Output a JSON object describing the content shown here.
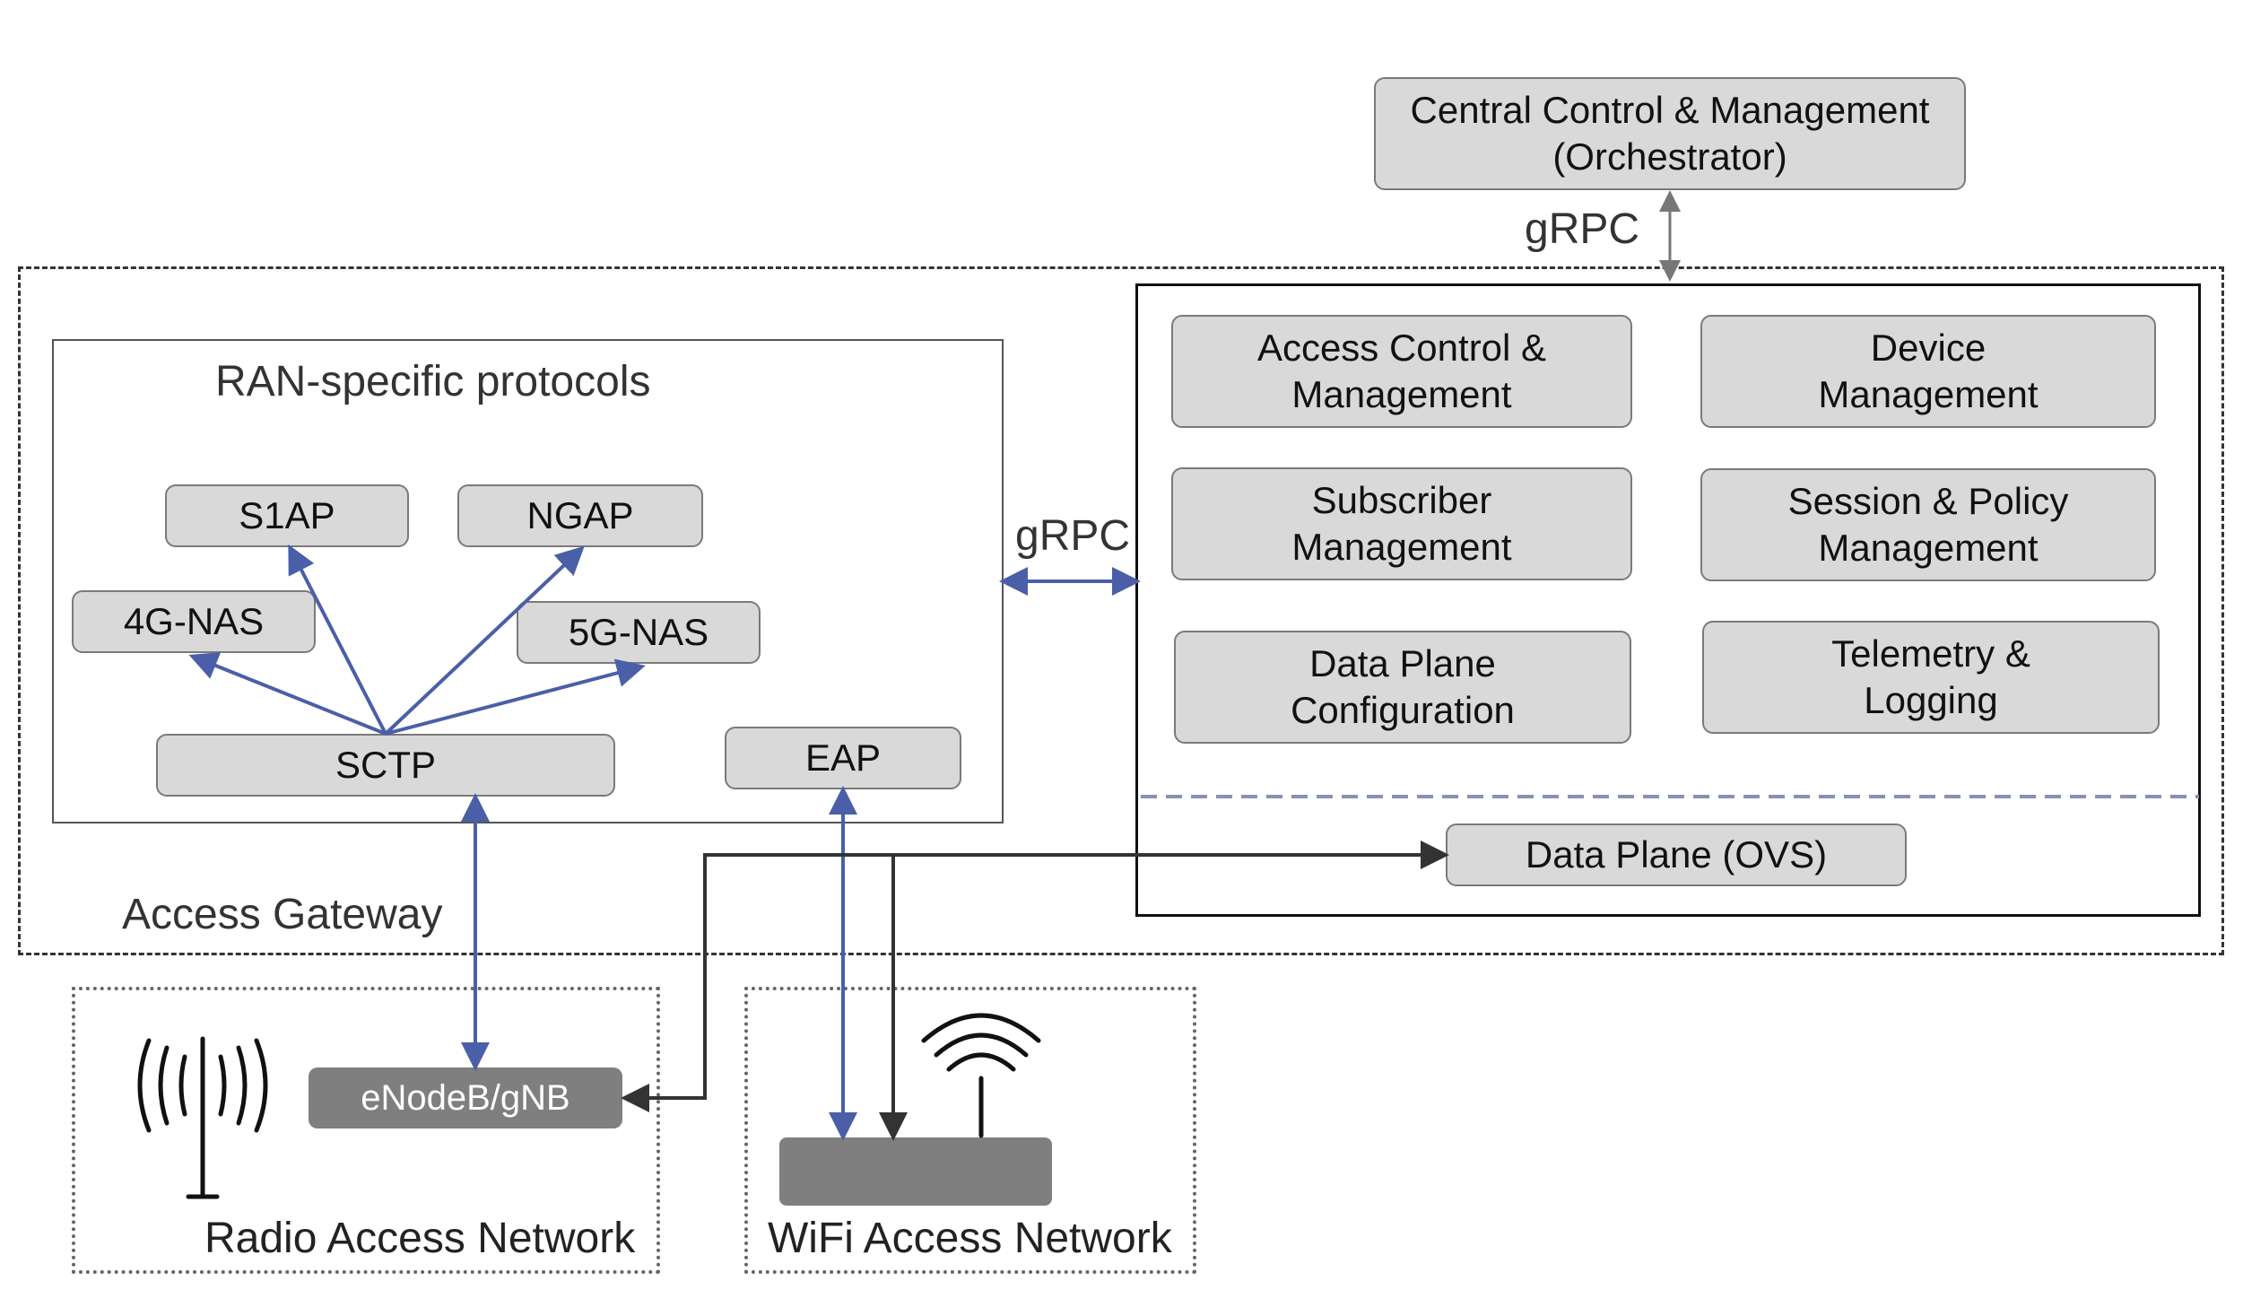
{
  "orchestrator": {
    "line1": "Central Control & Management",
    "line2": "(Orchestrator)"
  },
  "grpc_top": "gRPC",
  "grpc_middle": "gRPC",
  "access_gateway_label": "Access Gateway",
  "ran_protocols": {
    "title": "RAN-specific protocols",
    "s1ap": "S1AP",
    "ngap": "NGAP",
    "nas4g": "4G-NAS",
    "nas5g": "5G-NAS",
    "sctp": "SCTP",
    "eap": "EAP"
  },
  "control_plane": {
    "access_control": "Access Control &\nManagement",
    "device_mgmt": "Device\nManagement",
    "subscriber_mgmt": "Subscriber\nManagement",
    "session_policy": "Session & Policy\nManagement",
    "data_plane_config": "Data Plane\nConfiguration",
    "telemetry": "Telemetry &\nLogging"
  },
  "data_plane": "Data Plane (OVS)",
  "enodeb": "eNodeB/gNB",
  "radio_access_network": "Radio Access Network",
  "wifi_access_network": "WiFi Access Network",
  "icons": [
    "antenna-icon",
    "wifi-signal-icon",
    "router-icon"
  ],
  "colors": {
    "arrow_blue": "#4a5fa8",
    "arrow_dark": "#333333",
    "box_fill": "#d9d9d9",
    "device_fill": "#7f7f7f"
  }
}
